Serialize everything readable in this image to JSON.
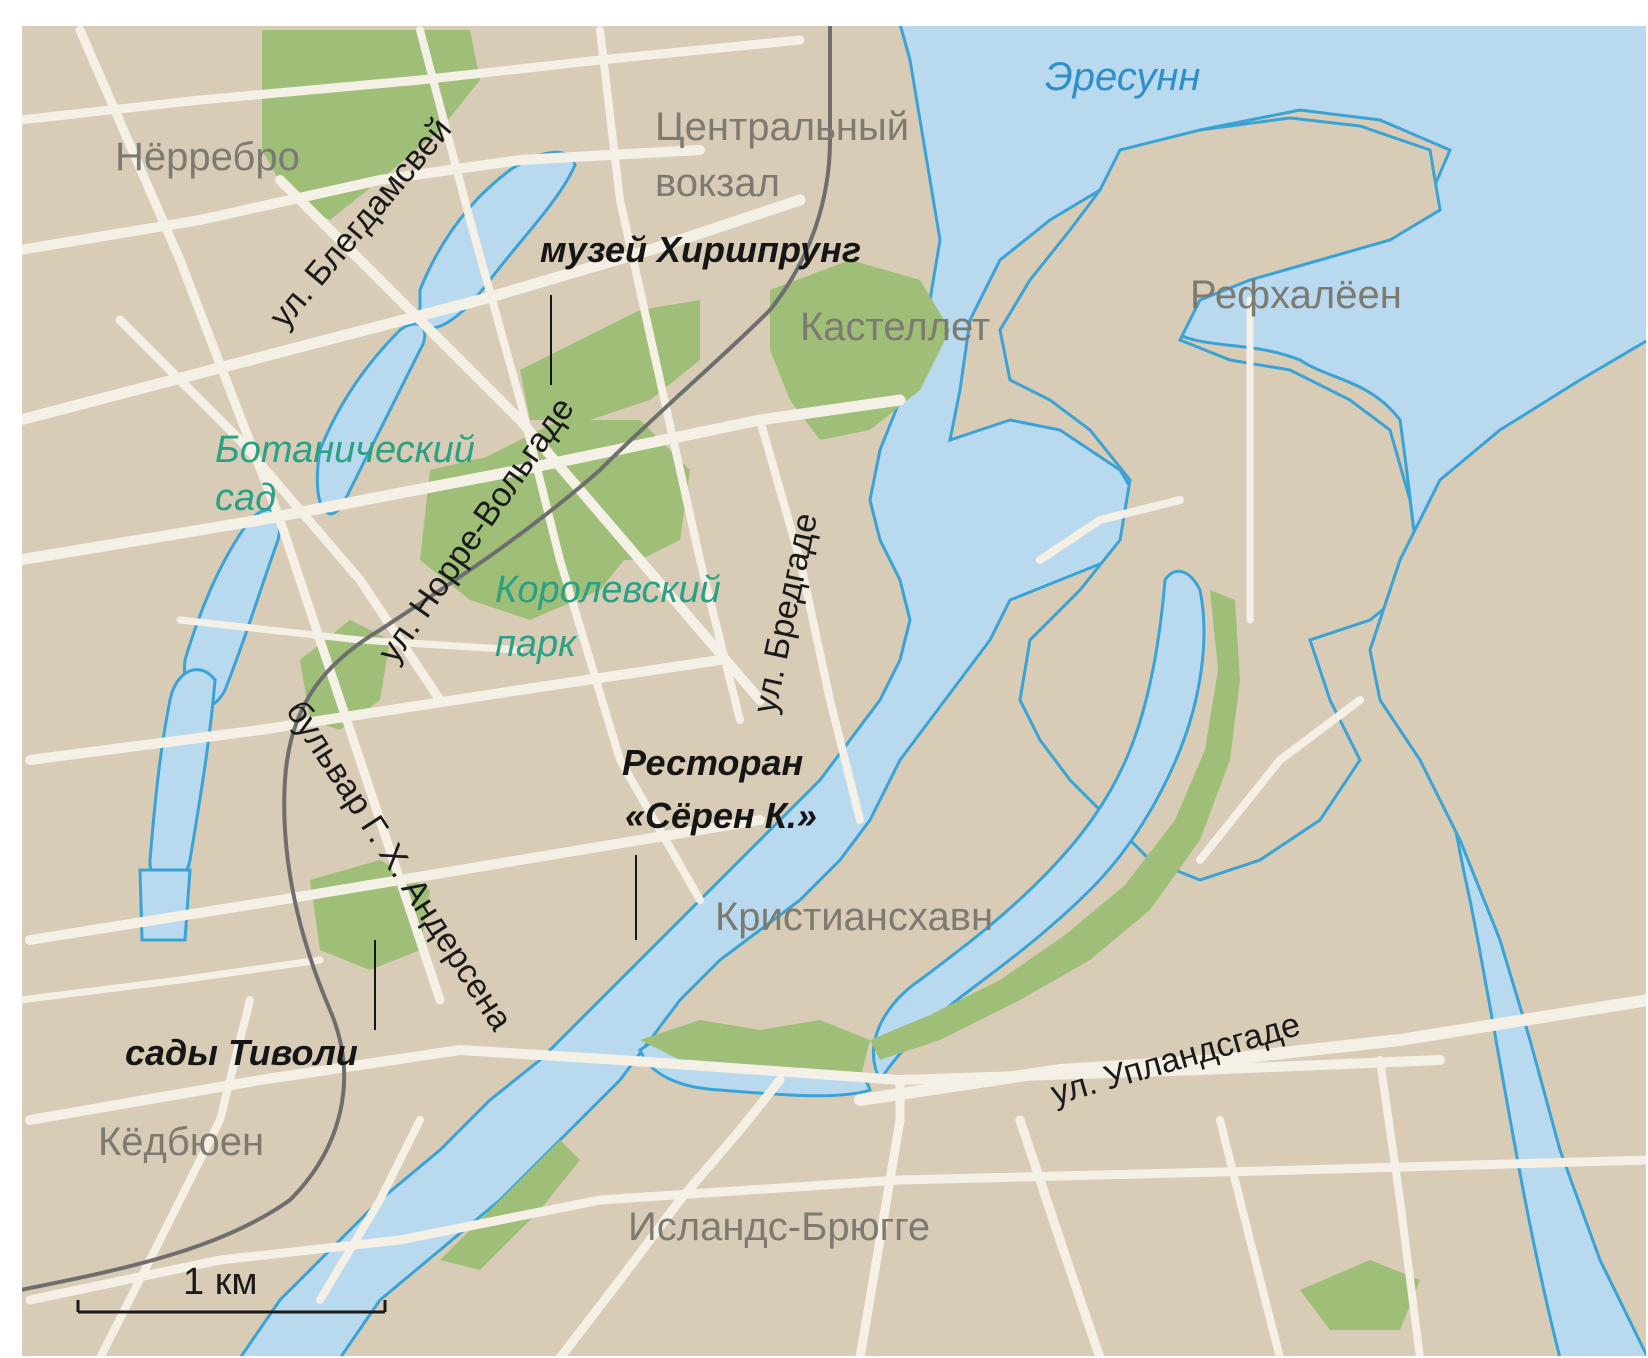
{
  "map": {
    "colors": {
      "land": "#d8ccb6",
      "water": "#b9d9ef",
      "water_outline": "#3aa3d6",
      "park": "#9fbe78",
      "road": "#f5f0e6",
      "railway": "#6e6e6e",
      "border": "#ffffff"
    },
    "water_label": "Эресунн",
    "districts": {
      "norrebro": "Нёрребро",
      "central_station_line1": "Центральный",
      "central_station_line2": "вокзал",
      "kastellet": "Кастеллет",
      "refshaleoen": "Рефхалёен",
      "christianshavn": "Кристиансхавн",
      "kodbyen": "Кёдбюен",
      "islands_brygge": "Исландс-Брюгге"
    },
    "parks": {
      "botanical_line1": "Ботанический",
      "botanical_line2": "сад",
      "royal_line1": "Королевский",
      "royal_line2": "парк"
    },
    "streets": {
      "blegdamsvej": "ул. Блегдамсвей",
      "norre_voldgade": "ул. Норре-Вольгаде",
      "bredgade": "ул. Бредгаде",
      "hc_andersen": "бульвар Г. Х. Андерсена",
      "uplandsgade": "ул. Упландсгаде"
    },
    "poi": {
      "hirschsprung": "музей Хиршпрунг",
      "restaurant_line1": "Ресторан",
      "restaurant_line2": "«Сёрен К.»",
      "tivoli": "сады Тиволи"
    },
    "scale_label": "1 км"
  }
}
